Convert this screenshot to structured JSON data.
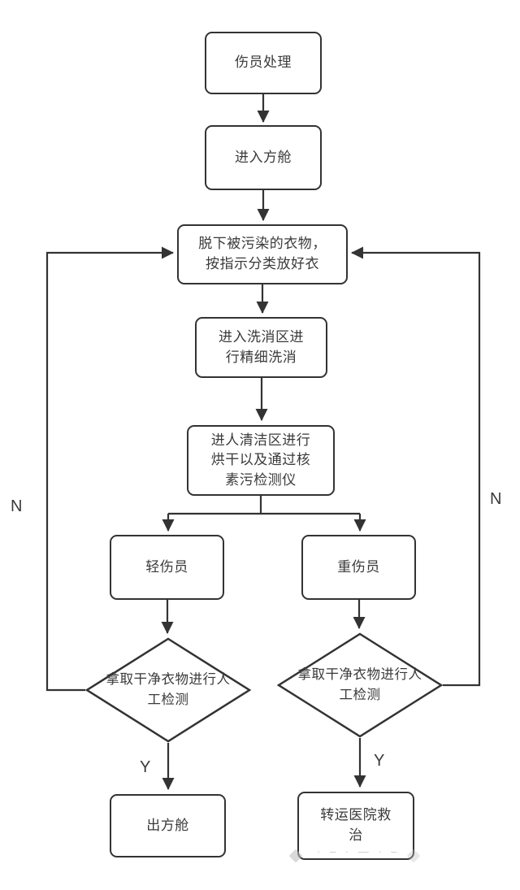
{
  "diagram": {
    "type": "flowchart",
    "background": "#ffffff",
    "stroke_color": "#333333",
    "text_color": "#3a3a3a",
    "nodes": {
      "casualty_handling": {
        "lines": [
          "伤员处理"
        ]
      },
      "enter_cabin": {
        "lines": [
          "进入方舱"
        ]
      },
      "undress": {
        "lines": [
          "脱下被污染的衣物，",
          "按指示分类放好衣"
        ]
      },
      "wash_area": {
        "lines": [
          "进入洗消区进",
          "行精细洗消"
        ]
      },
      "clean_area": {
        "lines": [
          "进人清洁区进行",
          "烘干以及通过核",
          "素污检测仪"
        ]
      },
      "light_casualty": {
        "lines": [
          "轻伤员"
        ]
      },
      "severe_casualty": {
        "lines": [
          "重伤员"
        ]
      },
      "manual_check_left": {
        "lines": [
          "拿取干净衣物进行人",
          "工检测"
        ]
      },
      "manual_check_right": {
        "lines": [
          "拿取干净衣物进行人",
          "工检测"
        ]
      },
      "exit_cabin": {
        "lines": [
          "出方舱"
        ]
      },
      "hospital_transfer": {
        "lines": [
          "转运医院救",
          "治"
        ]
      }
    },
    "edge_labels": {
      "no_left": "N",
      "no_right": "N",
      "yes_left": "Y",
      "yes_right": "Y"
    },
    "watermark_marks": "· – ·  — ·   –"
  }
}
